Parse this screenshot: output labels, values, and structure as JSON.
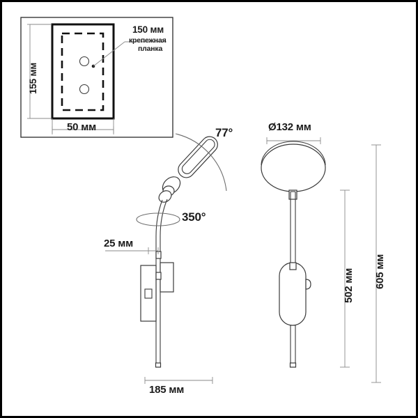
{
  "drawing": {
    "type": "technical-dimension-drawing",
    "subject": "wall lamp with adjustable head",
    "units": "мм",
    "background_color": "#ffffff",
    "line_color": "#3a3a3a",
    "border_color": "#000000"
  },
  "inset": {
    "name": "mounting-bracket-detail",
    "callout_dimension": "150 мм",
    "callout_note_line1": "крепежная",
    "callout_note_line2": "планка",
    "height_dimension": "155 мм",
    "width_dimension": "50 мм",
    "hole_count": 2
  },
  "front_view": {
    "name": "front-elevation",
    "angle_tilt": "77°",
    "angle_rotation": "350°",
    "offset_dimension": "25 мм",
    "width_dimension": "185 мм"
  },
  "side_view": {
    "name": "side-elevation",
    "head_diameter": "Ø132 мм",
    "inner_height": "502 мм",
    "total_height": "605 мм"
  },
  "labels": {
    "d150": "150 мм",
    "d155": "155 мм",
    "d50": "50 мм",
    "note1": "крепежная",
    "note2": "планка",
    "a77": "77°",
    "a350": "350°",
    "d25": "25 мм",
    "d185": "185 мм",
    "d132": "Ø132 мм",
    "d502": "502 мм",
    "d605": "605 мм"
  }
}
